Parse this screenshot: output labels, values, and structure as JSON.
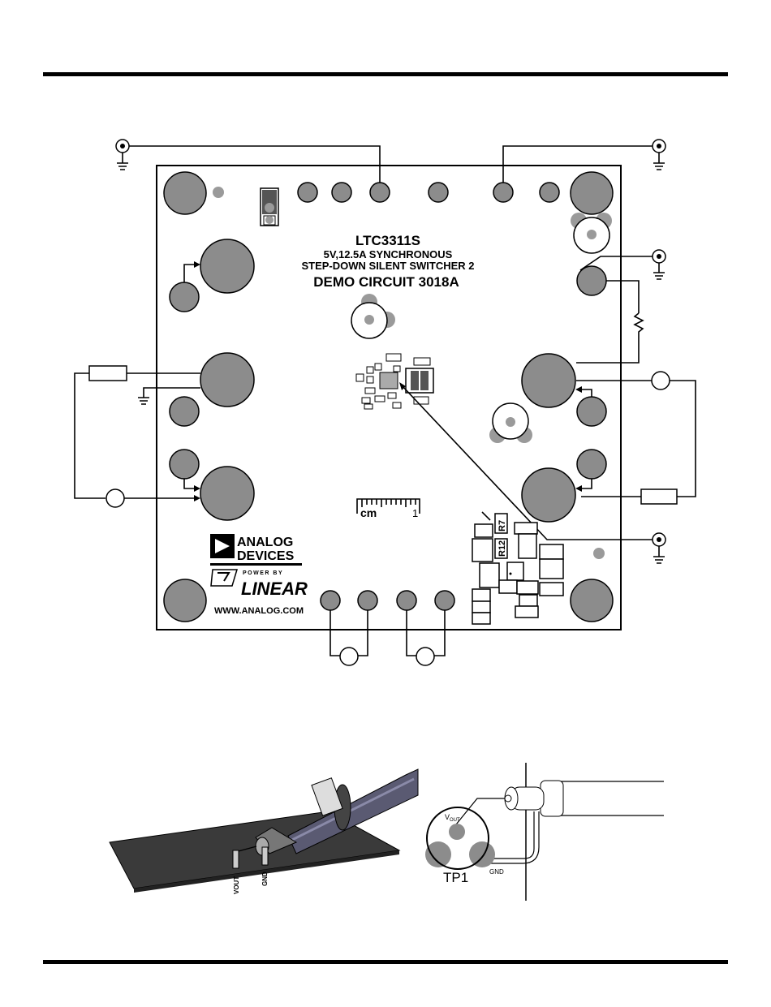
{
  "board": {
    "part_number": "LTC3311S",
    "line1": "5V,12.5A SYNCHRONOUS",
    "line2": "STEP-DOWN SILENT SWITCHER 2",
    "line3": "DEMO CIRCUIT 3018A",
    "ruler_unit": "cm",
    "ruler_mark": "1",
    "label_r7": "R7",
    "label_r12": "R12",
    "logo_line1": "ANALOG",
    "logo_line2": "DEVICES",
    "logo_power_by": "POWER BY",
    "logo_linear": "LINEAR",
    "website": "WWW.ANALOG.COM"
  },
  "probe_left": {
    "vout": "VOUT",
    "gnd": "GND"
  },
  "probe_right": {
    "v": "V",
    "out_sub": "OUT",
    "gnd": "GND",
    "tp1": "TP1"
  }
}
